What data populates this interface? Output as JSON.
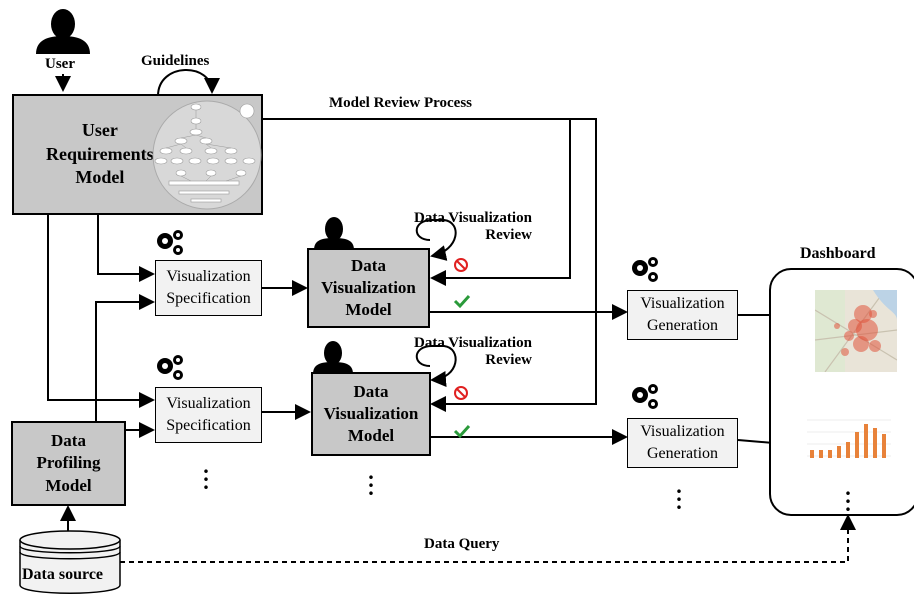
{
  "labels": {
    "user": "User",
    "guidelines": "Guidelines",
    "model_review": "Model Review Process",
    "dashboard": "Dashboard",
    "data_query": "Data Query",
    "dv_review_1": "Data Visualization\nReview",
    "dv_review_2": "Data Visualization\nReview"
  },
  "boxes": {
    "urm": "User\nRequirements\nModel",
    "dpm": "Data\nProfiling\nModel",
    "dvm1": "Data\nVisualization\nModel",
    "dvm2": "Data\nVisualization\nModel",
    "vs1": "Visualization\nSpecification",
    "vs2": "Visualization\nSpecification",
    "vg1": "Visualization\nGeneration",
    "vg2": "Visualization\nGeneration",
    "ds": "Data source"
  },
  "colors": {
    "model_fill": "#c8c8c8",
    "process_fill": "#f2f2f2",
    "reject": "#e02020",
    "accept": "#2a9a3a",
    "bars": "#e8823a"
  },
  "icons": [
    "user-silhouette-icon",
    "gears-icon",
    "reject-icon",
    "check-icon",
    "map-thumbnail",
    "bar-chart-thumbnail"
  ]
}
